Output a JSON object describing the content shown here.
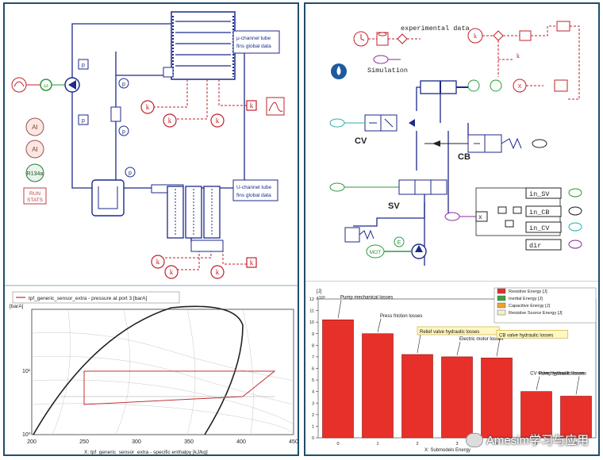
{
  "left": {
    "ublock": {
      "line1": "μ-channel tube",
      "line2": "fins global data"
    },
    "ublock2": {
      "line1": "U-channel tube",
      "line2": "fins global data"
    },
    "side": {
      "ai1": "AI",
      "ai2": "AI",
      "fluid": "R134a",
      "run1": "RUN",
      "run2": "STATS"
    },
    "chart": {
      "ylabel": "[barA]",
      "xlabel": "X: tpf_generic_sensor_extra - specific enthalpy [kJ/kg]",
      "legend": "tpf_generic_sensor_extra - pressure at port 3 [barA]",
      "yticks": [
        "10⁰",
        "10¹"
      ],
      "ytick_min": "10⁰",
      "ytick_mid": "10¹",
      "xticks": [
        "200",
        "250",
        "300",
        "350",
        "400",
        "450"
      ]
    }
  },
  "right": {
    "labels": {
      "exp": "experimental data",
      "sim": "Simulation",
      "cv": "CV",
      "cb": "CB",
      "sv": "SV",
      "mot": "MOT",
      "in_sv": "in_SV",
      "in_cb": "in_CB",
      "in_cv": "in_CV",
      "dir": "dir",
      "x": "x"
    },
    "chart_data": {
      "type": "bar",
      "title": "",
      "ylabel": "[J]",
      "yscale_note": "x10⁵",
      "xlabel": "X: Submodels Energy",
      "ylim": [
        0,
        12
      ],
      "yticks": [
        0,
        1,
        2,
        3,
        4,
        5,
        6,
        7,
        8,
        9,
        10,
        11,
        12
      ],
      "categories": [
        "0",
        "1",
        "2",
        "3",
        "4",
        "5",
        "6"
      ],
      "values": [
        10.2,
        9.0,
        7.2,
        7.0,
        6.9,
        4.0,
        3.6
      ],
      "annotations": [
        "Pump mechanical losses",
        "Press friction losses",
        "Relief valve hydraulic losses",
        "Electric motor losses",
        "CB valve hydraulic losses",
        "Pump hydraulic losses",
        "CV valve hydraulic losses"
      ],
      "highlighted": [
        false,
        false,
        true,
        false,
        true,
        false,
        false
      ],
      "legend": [
        "Resistive Energy [J]",
        "Inertial Energy [J]",
        "Capacitive Energy [J]",
        "Resistive Source Energy [J]"
      ],
      "legend_colors": [
        "#e03030",
        "#40a040",
        "#f0a030",
        "#f0f0d0"
      ],
      "bar_color": "#e8302a"
    }
  },
  "watermark": "Amesim学习与应用",
  "colors": {
    "frame": "#1f4f6b",
    "wire": "#1c2a8a",
    "signal": "#c0202a",
    "green": "#2a9a3a"
  }
}
